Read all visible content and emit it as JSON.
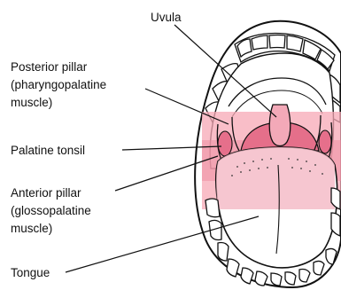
{
  "labels": {
    "uvula": "Uvula",
    "posterior_pillar": [
      "Posterior pillar",
      "(pharyngopalatine",
      "muscle)"
    ],
    "palatine_tonsil": "Palatine tonsil",
    "anterior_pillar": [
      "Anterior pillar",
      "(glossopalatine",
      "muscle)"
    ],
    "tongue": "Tongue"
  },
  "colors": {
    "throat_highlight": "#f7a8b6",
    "throat_deep": "#e87a93",
    "tongue_pink": "#f4b8c4",
    "outline": "#111111"
  },
  "icons": [
    "open-mouth-illustration"
  ]
}
